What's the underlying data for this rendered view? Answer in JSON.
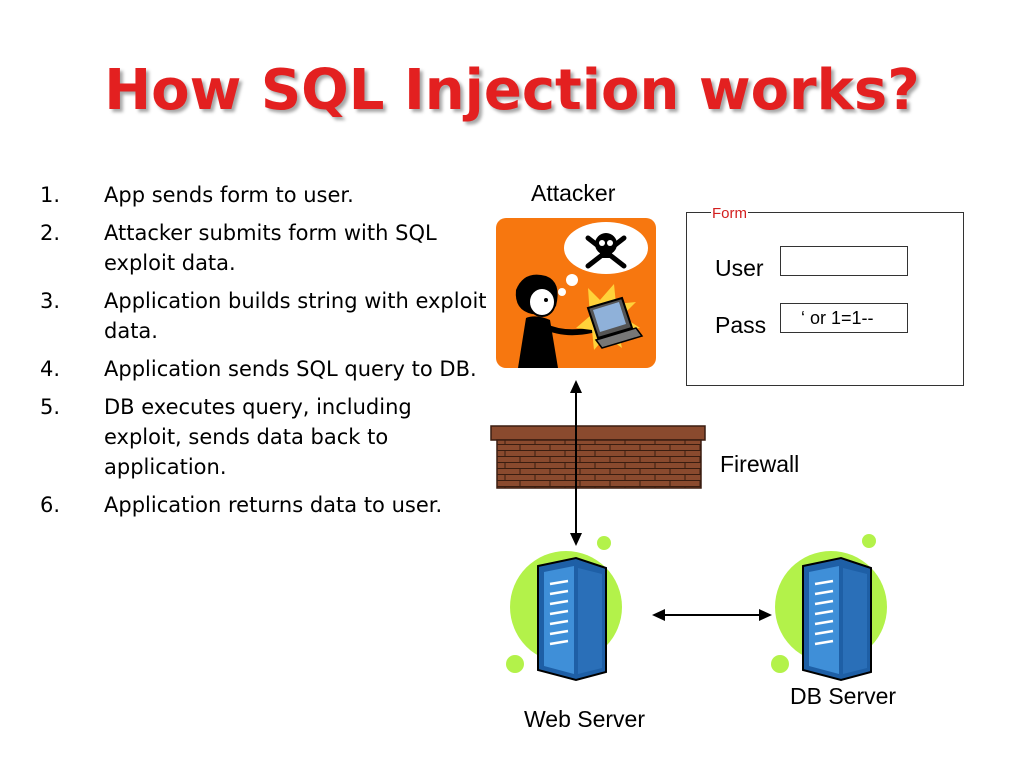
{
  "title": "How SQL Injection works?",
  "steps": [
    {
      "num": "1.",
      "text": "App sends form to user."
    },
    {
      "num": "2.",
      "text": "Attacker submits form with SQL exploit data."
    },
    {
      "num": "3.",
      "text": "Application builds string with exploit data."
    },
    {
      "num": "4.",
      "text": "Application sends SQL query to DB."
    },
    {
      "num": "5.",
      "text": "DB executes query, including exploit, sends data back to application."
    },
    {
      "num": "6.",
      "text": "Application returns data to user."
    }
  ],
  "diagram": {
    "attacker_label": "Attacker",
    "firewall_label": "Firewall",
    "web_server_label": "Web Server",
    "db_server_label": "DB Server",
    "form": {
      "legend": "Form",
      "user_label": "User",
      "user_value": "",
      "pass_label": "Pass",
      "pass_value": "‘ or 1=1--"
    }
  },
  "colors": {
    "title": "#e32020",
    "attacker_bg": "#f7770f",
    "server_blob": "#b3f24a",
    "server_body": "#3f8fd8",
    "brick": "#8a4a2e"
  }
}
